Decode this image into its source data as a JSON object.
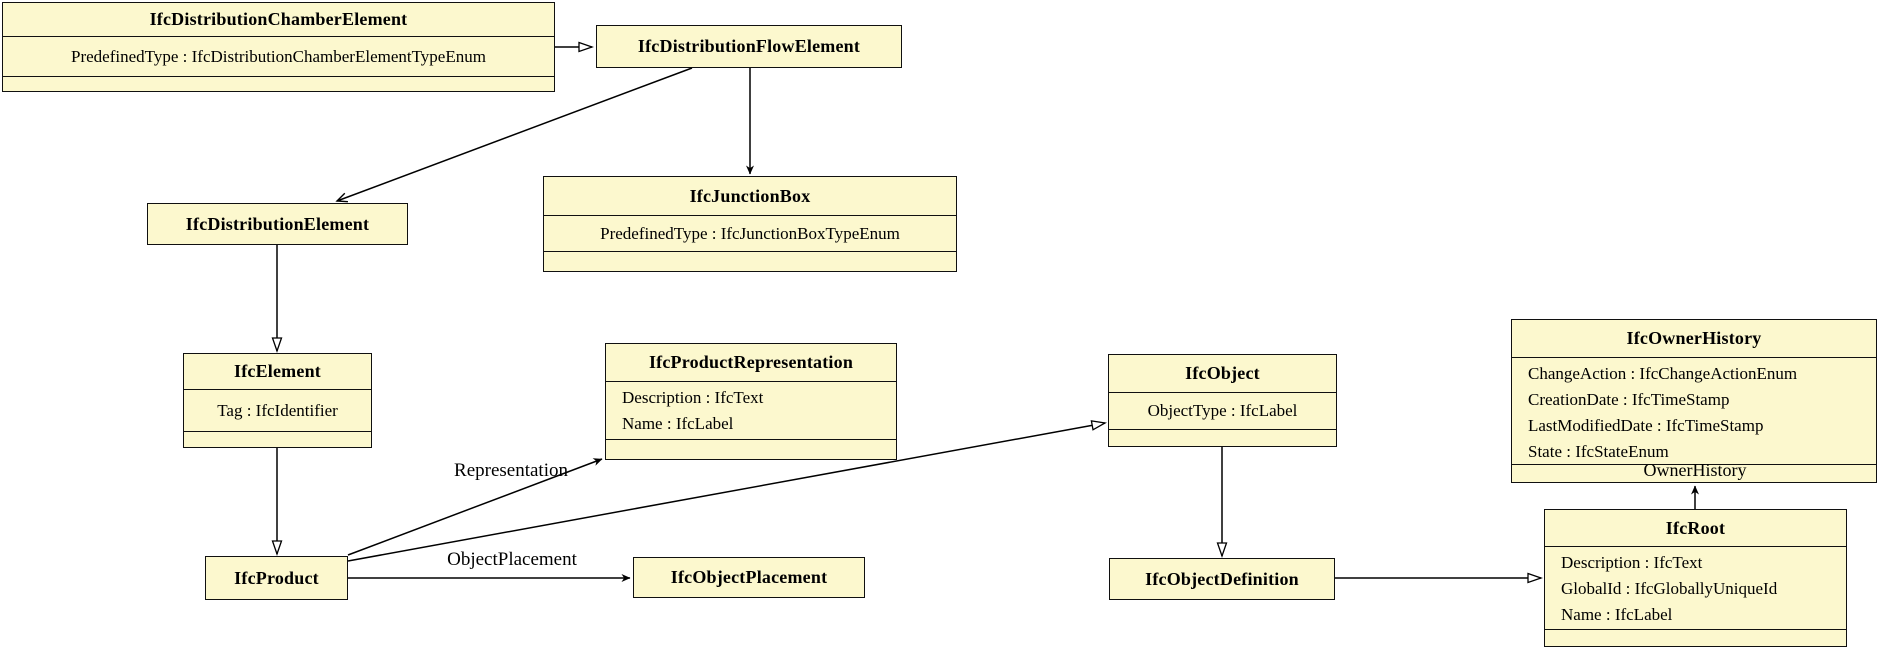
{
  "diagram": {
    "kind": "UML class diagram (IFC schema inheritance and associations)"
  },
  "classes": {
    "distribution_chamber_element": {
      "name": "IfcDistributionChamberElement",
      "attributes": [
        "PredefinedType : IfcDistributionChamberElementTypeEnum"
      ]
    },
    "distribution_flow_element": {
      "name": "IfcDistributionFlowElement"
    },
    "junction_box": {
      "name": "IfcJunctionBox",
      "attributes": [
        "PredefinedType : IfcJunctionBoxTypeEnum"
      ]
    },
    "distribution_element": {
      "name": "IfcDistributionElement"
    },
    "element": {
      "name": "IfcElement",
      "attributes": [
        "Tag : IfcIdentifier"
      ]
    },
    "product": {
      "name": "IfcProduct"
    },
    "product_representation": {
      "name": "IfcProductRepresentation",
      "attributes": [
        "Description : IfcText",
        "Name : IfcLabel"
      ]
    },
    "object_placement": {
      "name": "IfcObjectPlacement"
    },
    "object": {
      "name": "IfcObject",
      "attributes": [
        "ObjectType : IfcLabel"
      ]
    },
    "object_definition": {
      "name": "IfcObjectDefinition"
    },
    "owner_history": {
      "name": "IfcOwnerHistory",
      "attributes": [
        "ChangeAction : IfcChangeActionEnum",
        "CreationDate : IfcTimeStamp",
        "LastModifiedDate : IfcTimeStamp",
        "State : IfcStateEnum"
      ]
    },
    "root": {
      "name": "IfcRoot",
      "attributes": [
        "Description : IfcText",
        "GlobalId : IfcGloballyUniqueId",
        "Name : IfcLabel"
      ]
    }
  },
  "edge_labels": {
    "representation": "Representation",
    "object_placement": "ObjectPlacement",
    "owner_history": "OwnerHistory"
  },
  "colors": {
    "box_fill": "#FCF8CE",
    "box_border": "#101010",
    "line": "#000000",
    "background": "#FFFFFF"
  }
}
